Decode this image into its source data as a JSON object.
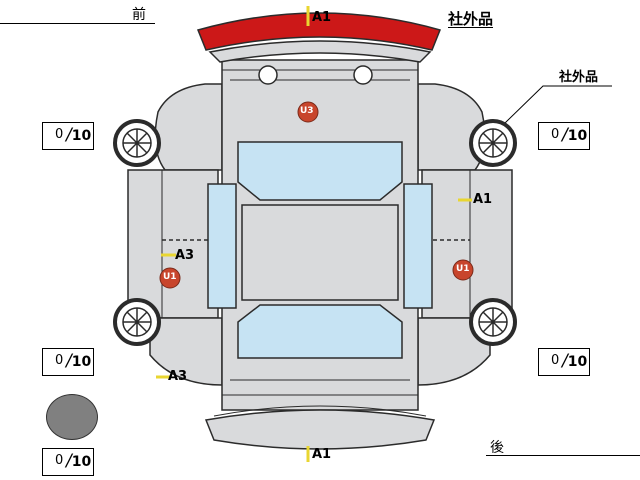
{
  "labels": {
    "front": "前",
    "rear": "後",
    "aftermarket_top": "社外品",
    "aftermarket_side": "社外品"
  },
  "damage_codes": {
    "front_bumper": "A1",
    "rear_bumper": "A1",
    "right_front_door": "A1",
    "left_front_door": "A3",
    "left_front_fender": "A3",
    "roof_badge": "U3",
    "left_door_badge": "U1",
    "right_door_badge": "U1"
  },
  "tires": {
    "right_front": {
      "value": "0",
      "total": "10"
    },
    "left_front": {
      "value": "0",
      "total": "10"
    },
    "left_rear": {
      "value": "0",
      "total": "10"
    },
    "right_rear": {
      "value": "0",
      "total": "10"
    },
    "spare": {
      "value": "0",
      "total": "10"
    }
  },
  "colors": {
    "body": "#d9dadc",
    "outline": "#2b2b2b",
    "glass": "#c6e3f3",
    "aftermarket_bumper": "#cc1818",
    "badge": "#c8452c",
    "marker": "#e9d631",
    "spare": "#808080"
  }
}
